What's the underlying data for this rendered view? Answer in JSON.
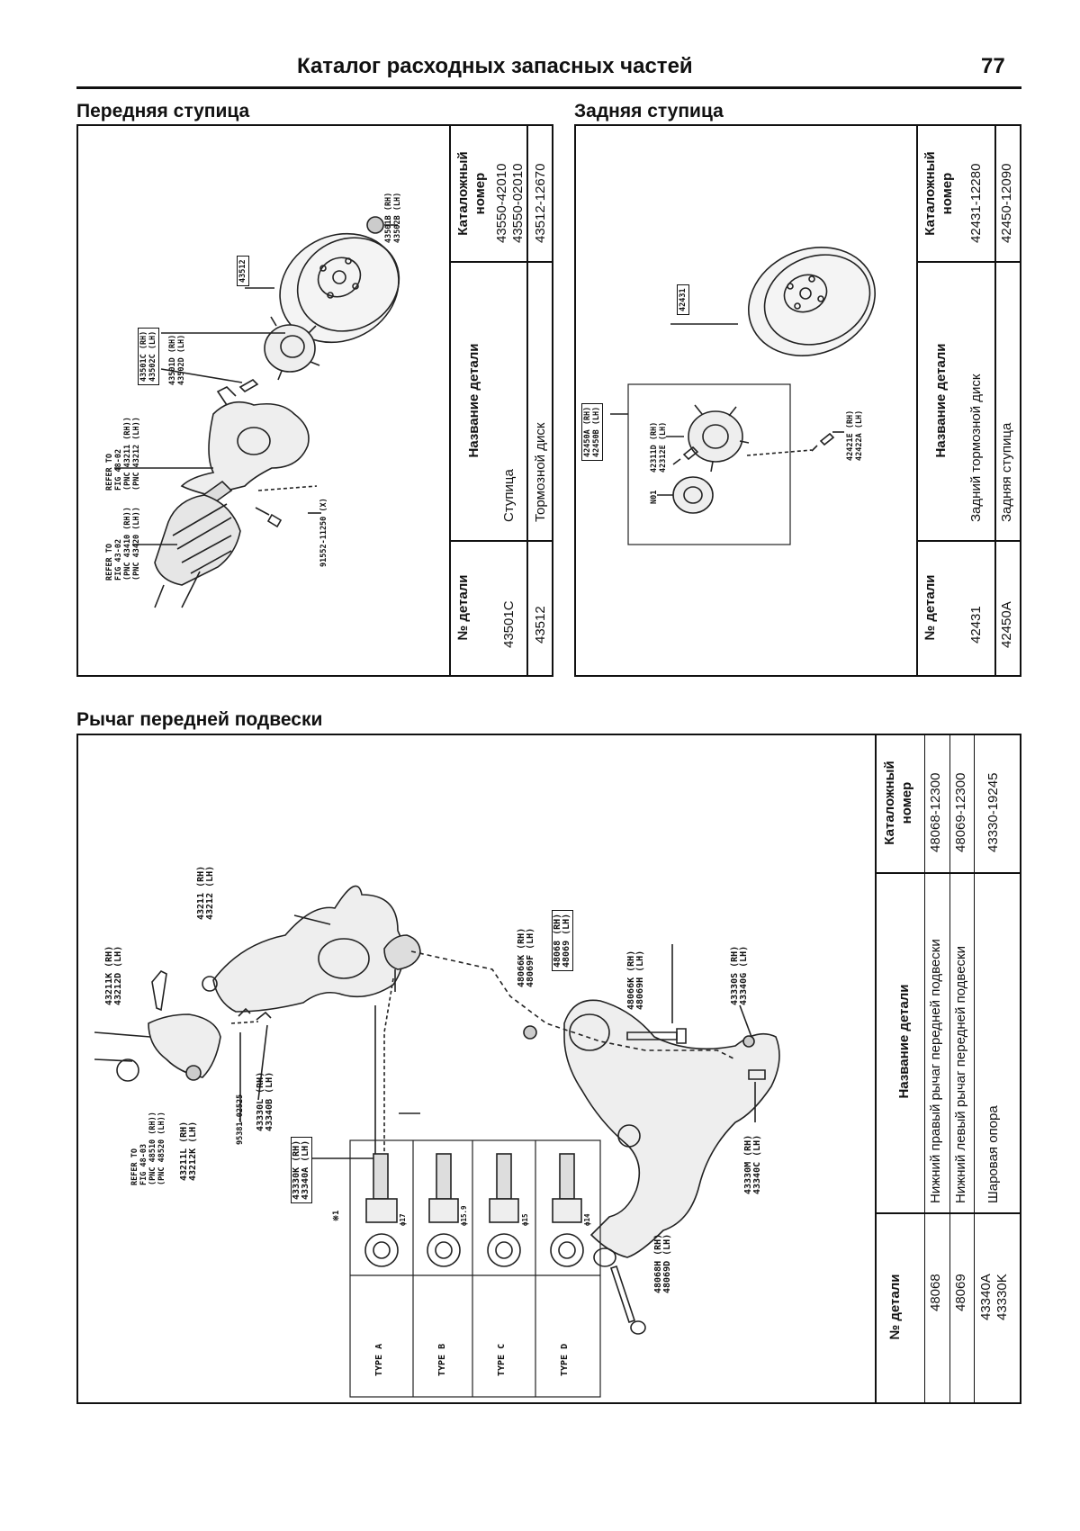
{
  "header": {
    "title": "Каталог расходных запасных частей",
    "page_number": "77"
  },
  "front_hub": {
    "title": "Передняя ступица",
    "table": {
      "headers": {
        "part_no": "№ детали",
        "name": "Название детали",
        "catalog": "Каталожный номер"
      },
      "rows": [
        {
          "part_no": "43501C",
          "name": "Ступица",
          "catalog": [
            "43550-42010",
            "43550-02010"
          ]
        },
        {
          "part_no": "43512",
          "name": "Тормозной диск",
          "catalog": [
            "43512-12670"
          ]
        }
      ]
    },
    "labels": {
      "disc": "43512",
      "nut": [
        "43501B (RH)",
        "43502B (LH)"
      ],
      "hub": [
        "43501C (RH)",
        "43502C (LH)"
      ],
      "hub_sub": [
        "43501D (RH)",
        "43502D (LH)"
      ],
      "refer_knuckle": [
        "REFER TO",
        "FIG 48-02",
        "(PNC 43211 (RH))",
        "(PNC 43212 (LH))"
      ],
      "refer_shaft": [
        "REFER TO",
        "FIG 43-02",
        "(PNC 43410 (RH))",
        "(PNC 43420 (LH))"
      ],
      "bolt": "91552-11250 (X)"
    }
  },
  "rear_hub": {
    "title": "Задняя ступица",
    "table": {
      "headers": {
        "part_no": "№ детали",
        "name": "Название детали",
        "catalog": "Каталожный номер"
      },
      "rows": [
        {
          "part_no": "42431",
          "name": "Задний тормозной диск",
          "catalog": [
            "42431-12280"
          ]
        },
        {
          "part_no": "42450A",
          "name": "Задняя ступица",
          "catalog": [
            "42450-12090"
          ]
        }
      ]
    },
    "labels": {
      "disc": "42431",
      "assembly": [
        "42450A (RH)",
        "42450B (LH)"
      ],
      "stud": [
        "42311D (RH)",
        "42312E (LH)"
      ],
      "bearing": "N01",
      "screw": [
        "42421E (RH)",
        "42422A (LH)"
      ]
    }
  },
  "front_arm": {
    "title": "Рычаг передней подвески",
    "table": {
      "headers": {
        "part_no": "№ детали",
        "name": "Название детали",
        "catalog": "Каталожный номер"
      },
      "rows": [
        {
          "part_no": [
            "48068"
          ],
          "name": "Нижний правый рычаг передней подвески",
          "catalog": "48068-12300"
        },
        {
          "part_no": [
            "48069"
          ],
          "name": "Нижний левый рычаг передней подвески",
          "catalog": "48069-12300"
        },
        {
          "part_no": [
            "43340A",
            "43330K"
          ],
          "name": "Шаровая опора",
          "catalog": "43330-19245"
        }
      ]
    },
    "labels": {
      "bolt_a": [
        "43211K (RH)",
        "43212D (LH)"
      ],
      "knuckle": [
        "43211 (RH)",
        "43212 (LH)"
      ],
      "refer": [
        "REFER TO",
        "FIG 48-03",
        "(PNC 48510 (RH))",
        "(PNC 48520 (LH))"
      ],
      "nut": [
        "43211L (RH)",
        "43212K (LH)"
      ],
      "pin": "95381-02525",
      "castle": [
        "43330L (RH)",
        "43340B (LH)"
      ],
      "joint": [
        "43330K (RH)",
        "43340A (LH)"
      ],
      "note": "※1",
      "bush_nut": [
        "48066K (RH)",
        "48069F (LH)"
      ],
      "arm": [
        "48068 (RH)",
        "48069 (LH)"
      ],
      "bolt_mid": [
        "48066K (RH)",
        "48069H (LH)"
      ],
      "nut_r": [
        "43330S (RH)",
        "43340G (LH)"
      ],
      "bolt_r": [
        "43330M (RH)",
        "43340C (LH)"
      ],
      "bolt_b": [
        "48068H (RH)",
        "48069D (LH)"
      ],
      "types": [
        {
          "label": "TYPE A",
          "dia": "ϕ17"
        },
        {
          "label": "TYPE B",
          "dia": "ϕ15.9"
        },
        {
          "label": "TYPE C",
          "dia": "ϕ15"
        },
        {
          "label": "TYPE D",
          "dia": "ϕ14"
        }
      ]
    }
  }
}
